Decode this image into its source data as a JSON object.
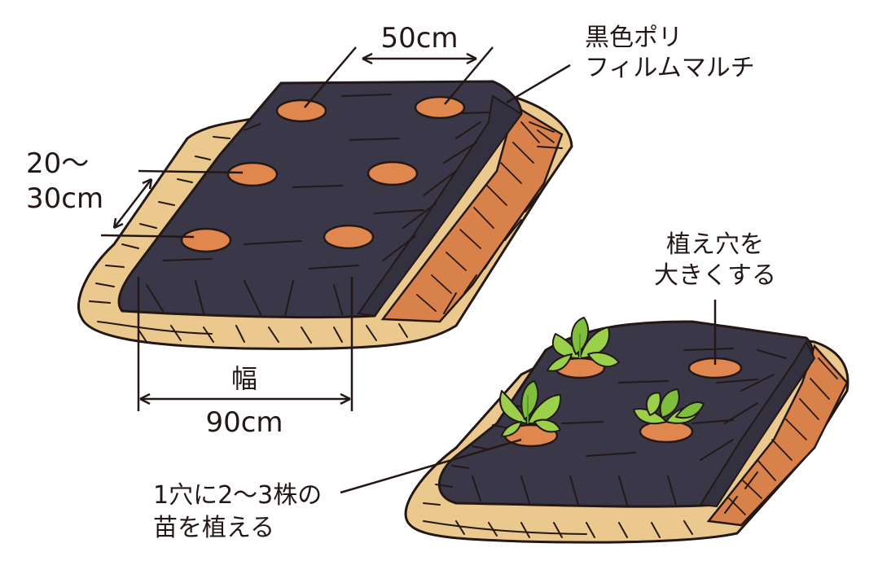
{
  "labels": {
    "mulch": [
      "黒色ポリ",
      "フィルムマルチ"
    ],
    "spacing_row": "50cm",
    "spacing_col": [
      "20～",
      "30cm"
    ],
    "width_title": "幅",
    "width_value": "90cm",
    "enlarge_hole": [
      "植え穴を",
      "大きくする"
    ],
    "planting": [
      "1穴に2～3株の",
      "苗を植える"
    ]
  },
  "colors": {
    "mulch": "#3a3848",
    "soil_side": "#d9814a",
    "straw": "#ebc98e",
    "hole": "#e0864f",
    "leaf": "#9bd04a",
    "leaf_dark": "#5e9b2f",
    "outline": "#231815"
  }
}
